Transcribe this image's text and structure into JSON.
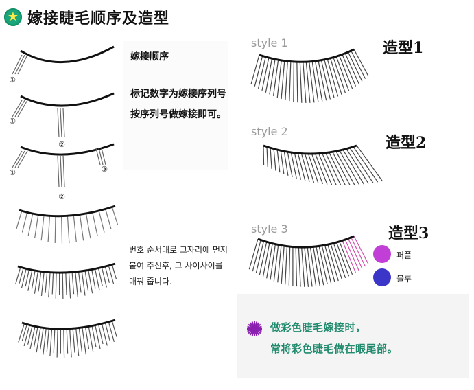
{
  "title": "嫁接睫毛顺序及造型",
  "order_section": {
    "heading": "嫁接顺序",
    "description": "标记数字为嫁接序列号按序列号做嫁接即可。",
    "markers": [
      "①",
      "①",
      "②",
      "①",
      "②",
      "③"
    ]
  },
  "korean_note": "번호 순서대로 그자리에 먼저 붙여 주신후, 그 사이사이를 매꿔 줍니다.",
  "styles": [
    {
      "label": "style 1",
      "name": "造型1"
    },
    {
      "label": "style 2",
      "name": "造型2"
    },
    {
      "label": "style 3",
      "name": "造型3"
    }
  ],
  "color_legend": [
    {
      "label": "퍼플",
      "color": "#c13fd6"
    },
    {
      "label": "블루",
      "color": "#3b35c8"
    }
  ],
  "colors": {
    "badge": "#1aa57a",
    "accent_text": "#1f8a6c",
    "purple_star": "#8a1fb0"
  },
  "tip": {
    "line1": "做彩色睫毛嫁接时，",
    "line2": "常将彩色睫毛做在眼尾部。"
  }
}
